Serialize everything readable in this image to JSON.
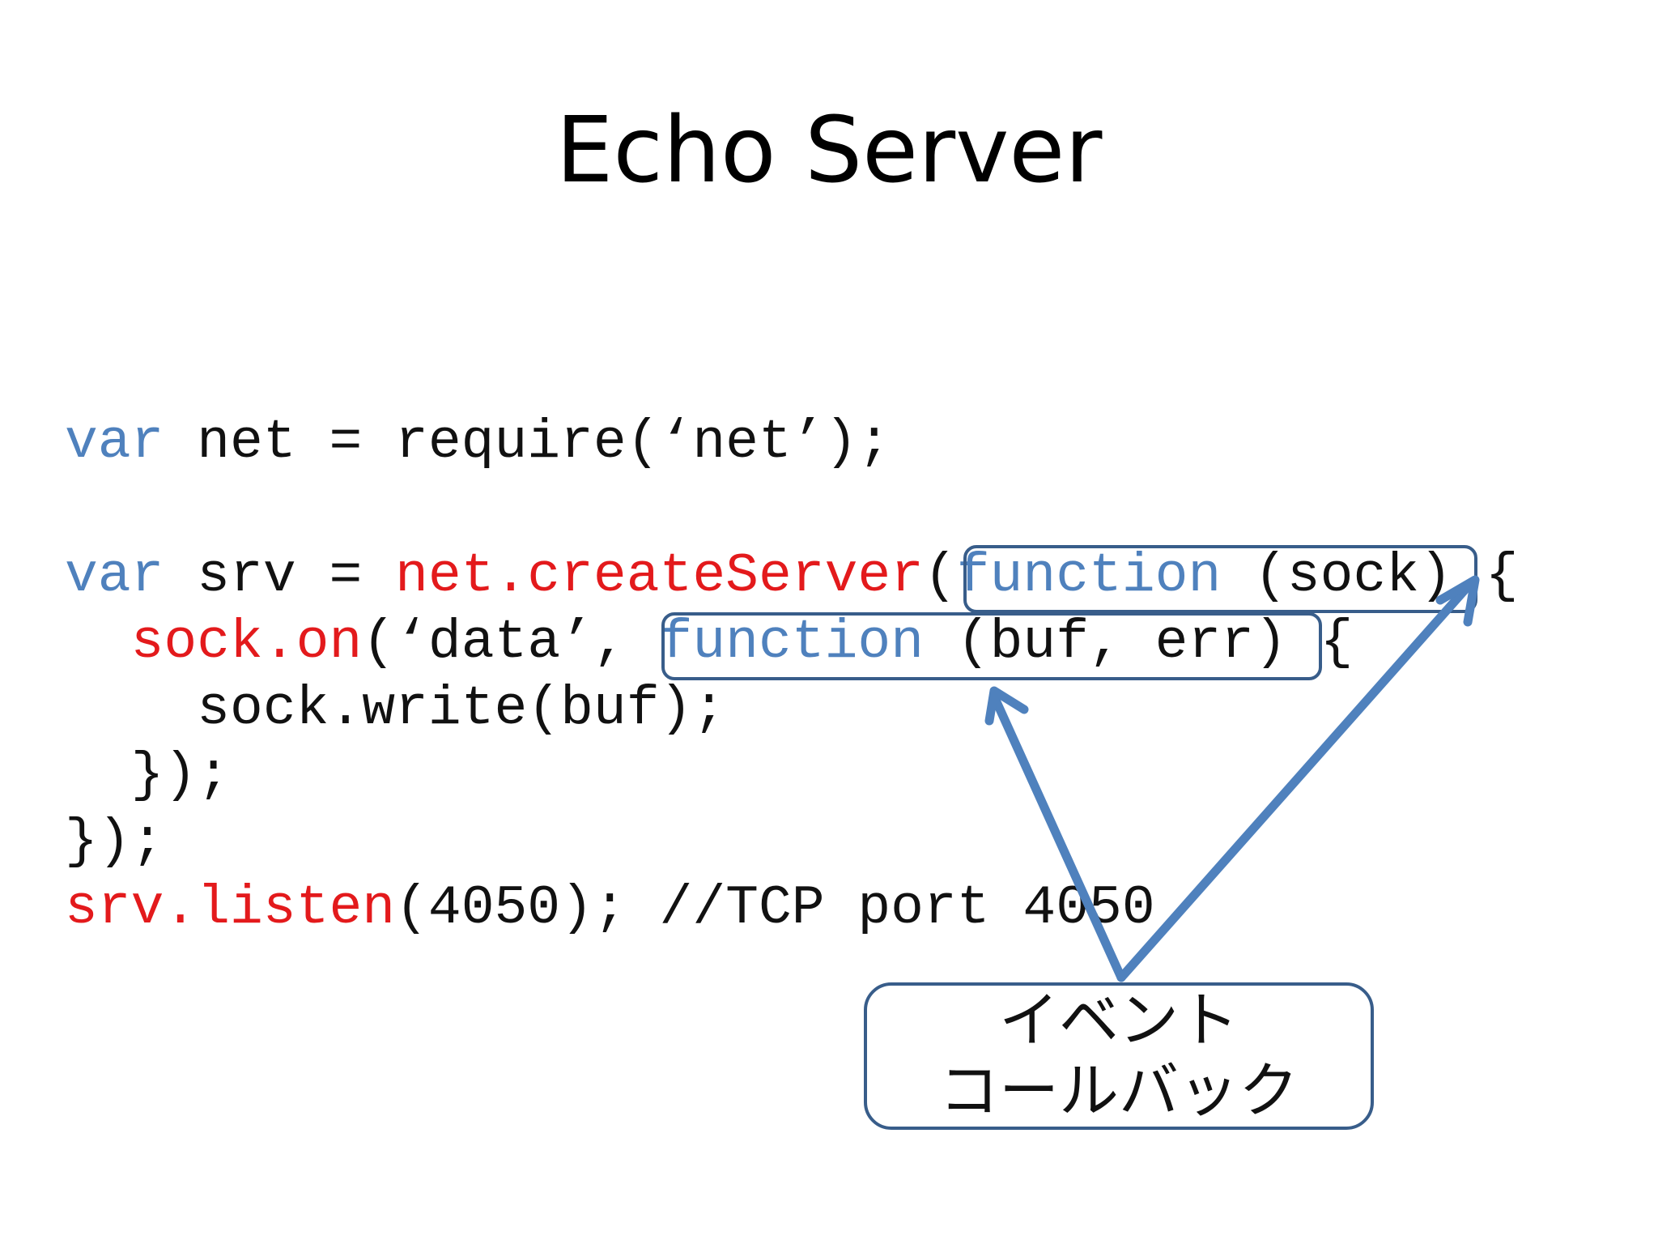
{
  "slide": {
    "title": "Echo Server",
    "code": {
      "line1": {
        "kw": "var",
        "rest": " net = require(‘net’);"
      },
      "line2": {
        "kw": "var",
        "mid": " srv = ",
        "call": "net.createServer",
        "paren": "(",
        "fn": "function",
        "args": " (sock)",
        "tail": " {"
      },
      "line3": {
        "indent": "  ",
        "call": "sock.on",
        "pre": "(‘data’, ",
        "fn": "function",
        "args": " (buf, err)",
        "tail": " {"
      },
      "line4": {
        "text": "    sock.write(buf);"
      },
      "line5": {
        "text": "  });"
      },
      "line6": {
        "text": "});"
      },
      "line7": {
        "call": "srv.listen",
        "rest": "(4050); //TCP port 4050"
      }
    },
    "callout": {
      "line1": "イベント",
      "line2": "コールバック"
    },
    "colors": {
      "keyword": "#4f81bd",
      "call": "#e31a1c",
      "box_border": "#385d8a",
      "arrow": "#4f81bd"
    }
  }
}
